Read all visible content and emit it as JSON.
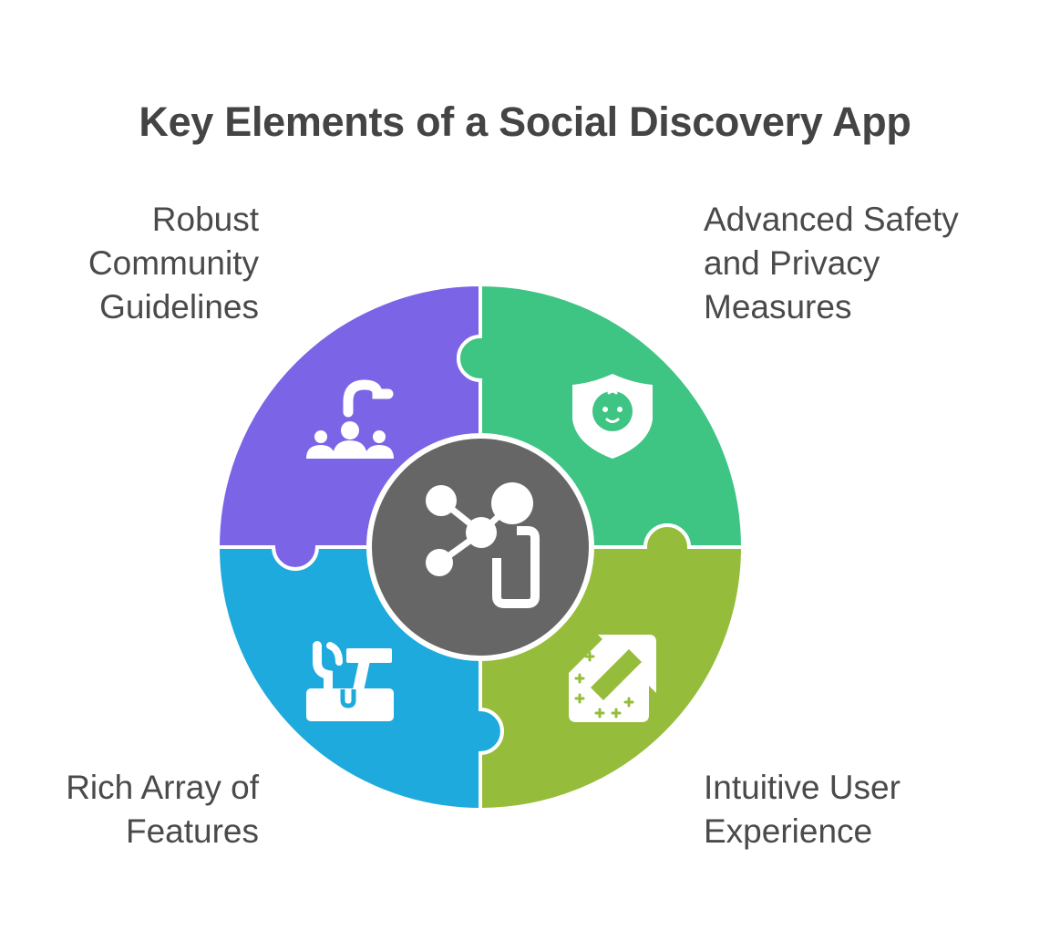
{
  "title": "Key Elements of a Social Discovery App",
  "center": {
    "icon": "social-network-phone-icon",
    "color": "#666666"
  },
  "pieces": [
    {
      "id": "tl",
      "lines": [
        "Robust",
        "Community",
        "Guidelines"
      ],
      "color": "#7B64E6",
      "icon": "community-question-icon"
    },
    {
      "id": "tr",
      "lines": [
        "Advanced Safety",
        "and Privacy",
        "Measures"
      ],
      "color": "#3EC483",
      "icon": "shield-face-icon"
    },
    {
      "id": "bl",
      "lines": [
        "Rich Array of",
        "Features"
      ],
      "color": "#1EAADC",
      "icon": "toolbox-icon"
    },
    {
      "id": "br",
      "lines": [
        "Intuitive User",
        "Experience"
      ],
      "color": "#95BC3A",
      "icon": "cursor-arrow-icon"
    }
  ]
}
